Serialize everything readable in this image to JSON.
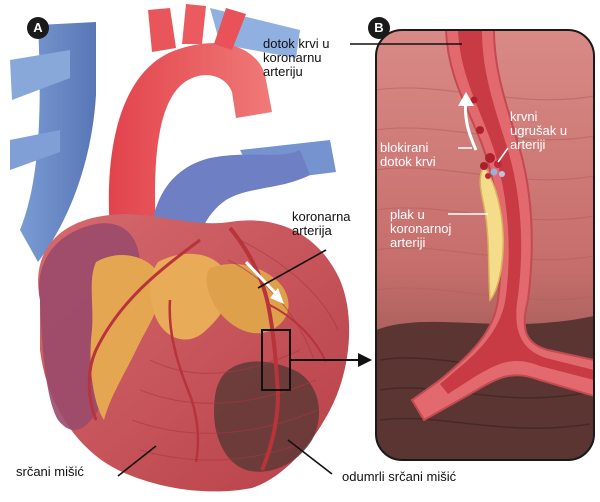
{
  "panels": {
    "a_label": "A",
    "b_label": "B"
  },
  "labels": {
    "inflow": "dotok krvi u\nkoronarnu\narteriju",
    "coronary_artery": "koronarna\narterija",
    "heart_muscle": "srčani mišić",
    "dead_muscle": "odumrli srčani mišić",
    "blood_clot": "krvni\nugrušak u\narteriji",
    "blocked_flow": "blokirani\ndotok krvi",
    "plaque": "plak u\nkoronarnoj\narteriji"
  },
  "colors": {
    "heart_red": "#c8525a",
    "aorta_red": "#e8444c",
    "vein_blue": "#6f8fc9",
    "muscle_pink": "#d97e7e",
    "fat_orange": "#e1a24e",
    "dead_tissue": "#5b3834",
    "plaque_yellow": "#f4dc8a"
  }
}
